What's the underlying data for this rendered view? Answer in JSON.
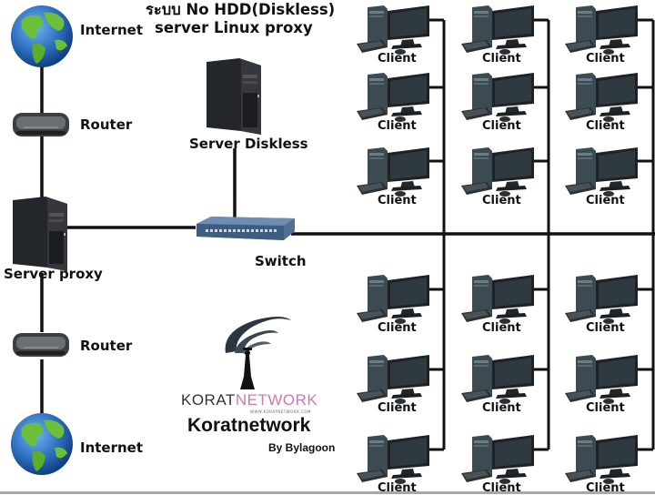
{
  "title": {
    "line1": "ระบบ No HDD(Diskless)",
    "line2": "server Linux proxy"
  },
  "nodes": {
    "internet_top": {
      "label": "Internet",
      "icon": "globe-icon"
    },
    "router_top": {
      "label": "Router",
      "icon": "router-icon"
    },
    "server_proxy": {
      "label": "Server proxy",
      "icon": "server-tower-icon"
    },
    "router_bottom": {
      "label": "Router",
      "icon": "router-icon"
    },
    "internet_bottom": {
      "label": "Internet",
      "icon": "globe-icon"
    },
    "server_diskless": {
      "label": "Server Diskless",
      "icon": "server-tower-icon"
    },
    "switch": {
      "label": "Switch",
      "icon": "network-switch-icon"
    }
  },
  "clients": {
    "label": "Client",
    "icon": "desktop-computer-icon",
    "top_group": [
      [
        "Client",
        "Client",
        "Client"
      ],
      [
        "Client",
        "Client",
        "Client"
      ],
      [
        "Client",
        "Client",
        "Client"
      ]
    ],
    "bottom_group": [
      [
        "Client",
        "Client",
        "Client"
      ],
      [
        "Client",
        "Client",
        "Client"
      ],
      [
        "Client",
        "Client",
        "Client"
      ]
    ]
  },
  "branding": {
    "logo_icon": "antenna-tower-icon",
    "logo_prefix": "KORAT",
    "logo_suffix": "NETWORK",
    "logo_url": "WWW.KORATNETWORK.COM",
    "name": "Koratnetwork",
    "byline": "By Bylagoon",
    "colors": {
      "prefix": "#333333",
      "suffix": "#c87ab8"
    }
  },
  "colors": {
    "line": "#111111",
    "globe_ocean": "#2e6fc0",
    "globe_land": "#6cbf3a",
    "switch_body": "#4f6f94",
    "device_dark": "#2a2d30"
  }
}
